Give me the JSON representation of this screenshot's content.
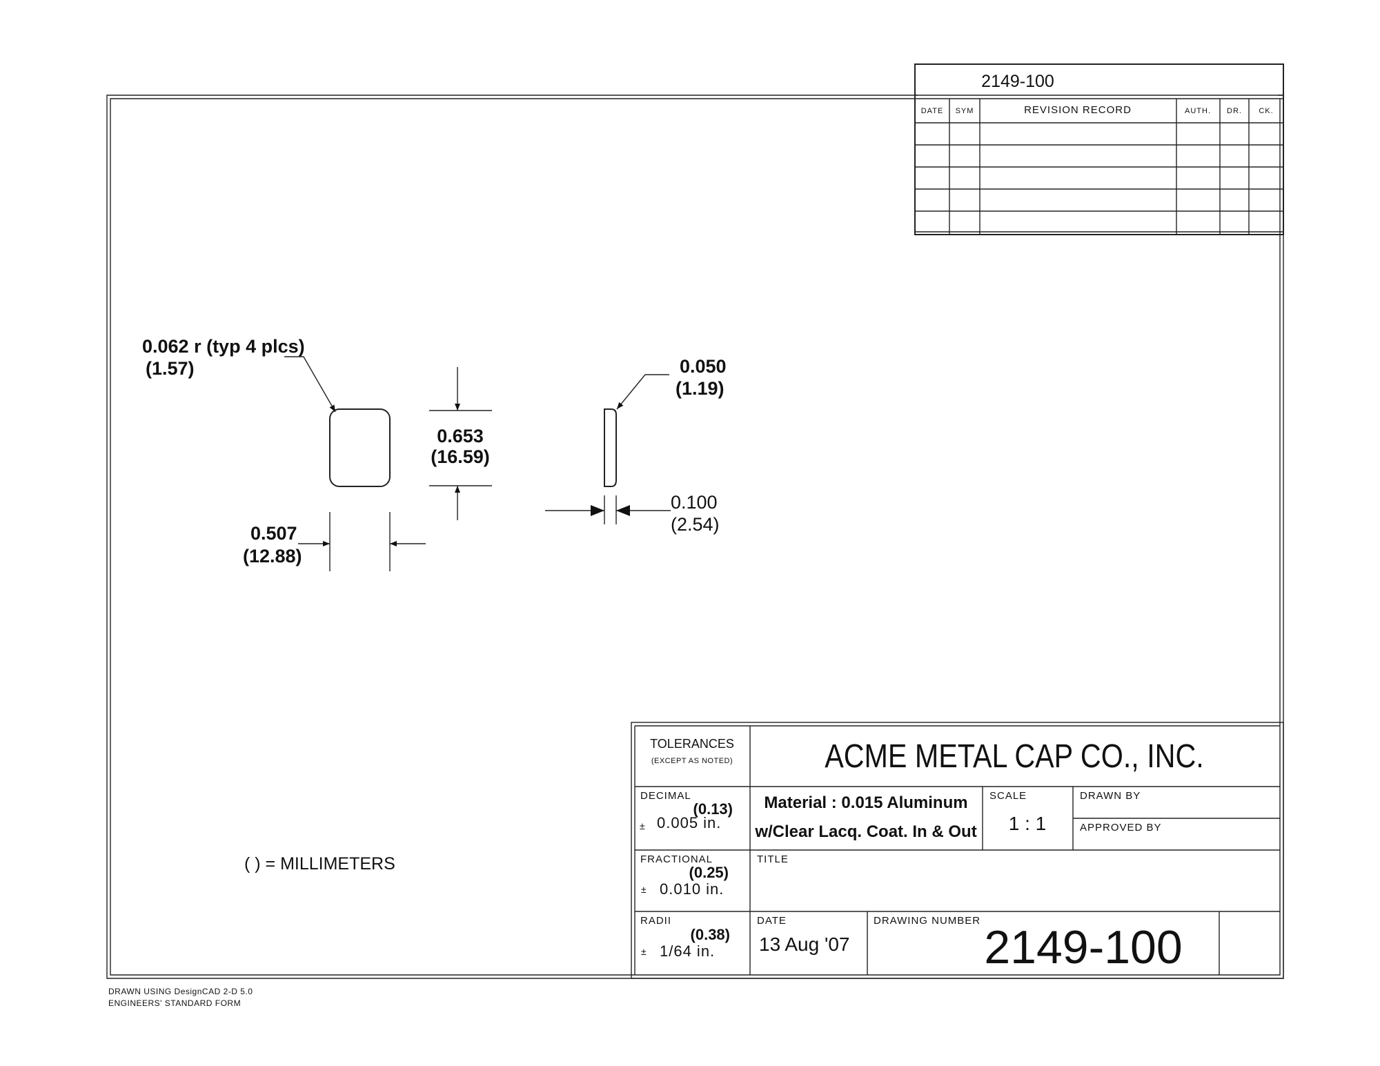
{
  "revision_block": {
    "drawing_number": "2149-100",
    "headers": {
      "date": "DATE",
      "sym": "SYM",
      "record": "REVISION RECORD",
      "auth": "AUTH.",
      "dr": "DR.",
      "ck": "CK."
    }
  },
  "dimensions": {
    "radius": {
      "inch": "0.062 r (typ 4 plcs)",
      "mm": "(1.57)"
    },
    "height": {
      "inch": "0.653",
      "mm": "(16.59)"
    },
    "width": {
      "inch": "0.507",
      "mm": "(12.88)"
    },
    "edge_thickness": {
      "inch": "0.050",
      "mm": "(1.19)"
    },
    "thickness": {
      "inch": "0.100",
      "mm": "(2.54)"
    }
  },
  "units_note": "( ) = MILLIMETERS",
  "title_block": {
    "tolerances_label": "TOLERANCES",
    "except_label": "(EXCEPT AS NOTED)",
    "company": "ACME METAL CAP CO., INC.",
    "decimal": {
      "label": "DECIMAL",
      "mm": "(0.13)",
      "pm": "±",
      "value": "0.005 in."
    },
    "fractional": {
      "label": "FRACTIONAL",
      "mm": "(0.25)",
      "pm": "±",
      "value": "0.010 in."
    },
    "radii": {
      "label": "RADII",
      "mm": "(0.38)",
      "pm": "±",
      "value": "1/64 in."
    },
    "material_line1": "Material : 0.015 Aluminum",
    "material_line2": "w/Clear Lacq. Coat. In & Out",
    "scale_label": "SCALE",
    "scale_value": "1 : 1",
    "drawn_by_label": "DRAWN BY",
    "approved_by_label": "APPROVED BY",
    "title_label": "TITLE",
    "date_label": "DATE",
    "date_value": "13 Aug '07",
    "drawing_number_label": "DRAWING NUMBER",
    "drawing_number": "2149-100"
  },
  "footer": {
    "line1": "DRAWN USING DesignCAD 2-D 5.0",
    "line2": "ENGINEERS' STANDARD FORM"
  }
}
